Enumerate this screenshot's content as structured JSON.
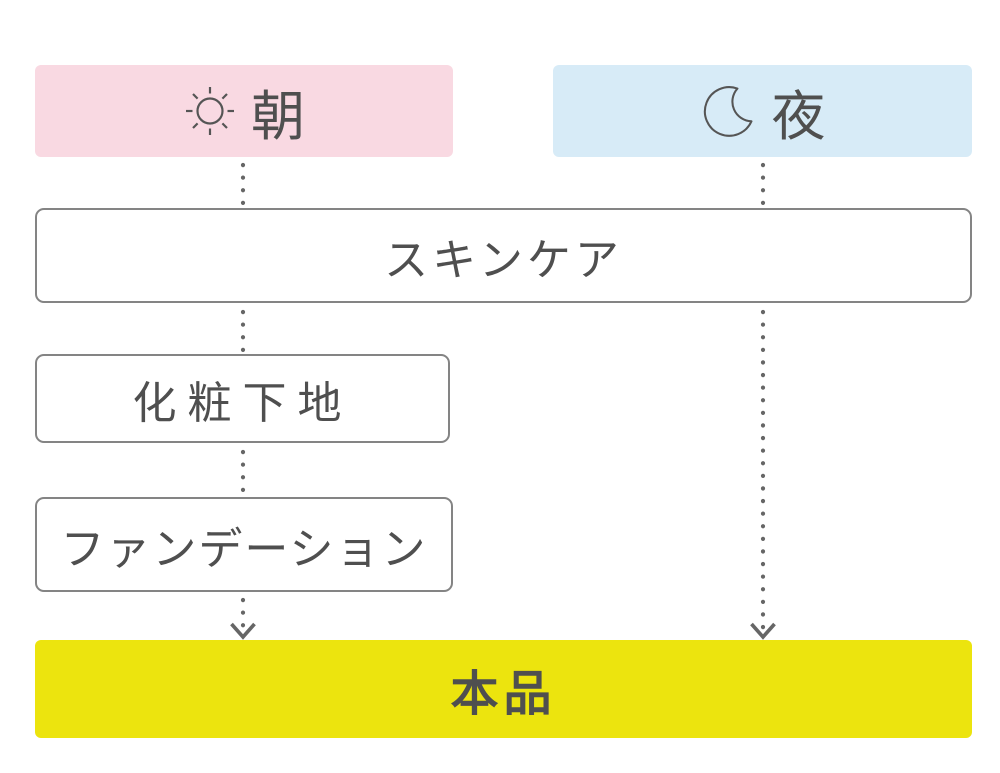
{
  "diagram": {
    "type": "usage-flow",
    "columns": {
      "morning": {
        "label": "朝",
        "icon": "sun-icon",
        "bg_color": "#f9d9e2"
      },
      "night": {
        "label": "夜",
        "icon": "moon-icon",
        "bg_color": "#d7ebf7"
      }
    },
    "steps": {
      "skincare": {
        "label": "スキンケア"
      },
      "makeup_base": {
        "label": "化粧下地"
      },
      "foundation": {
        "label": "ファンデーション"
      },
      "product": {
        "label": "本品",
        "bg_color": "#ece40e"
      }
    },
    "flow": {
      "morning_sequence": [
        "朝",
        "スキンケア",
        "化粧下地",
        "ファンデーション",
        "本品"
      ],
      "night_sequence": [
        "夜",
        "スキンケア",
        "本品"
      ]
    },
    "colors": {
      "text": "#4f4f4f",
      "box_border": "#848484",
      "connector": "#666666",
      "background": "#ffffff"
    }
  }
}
